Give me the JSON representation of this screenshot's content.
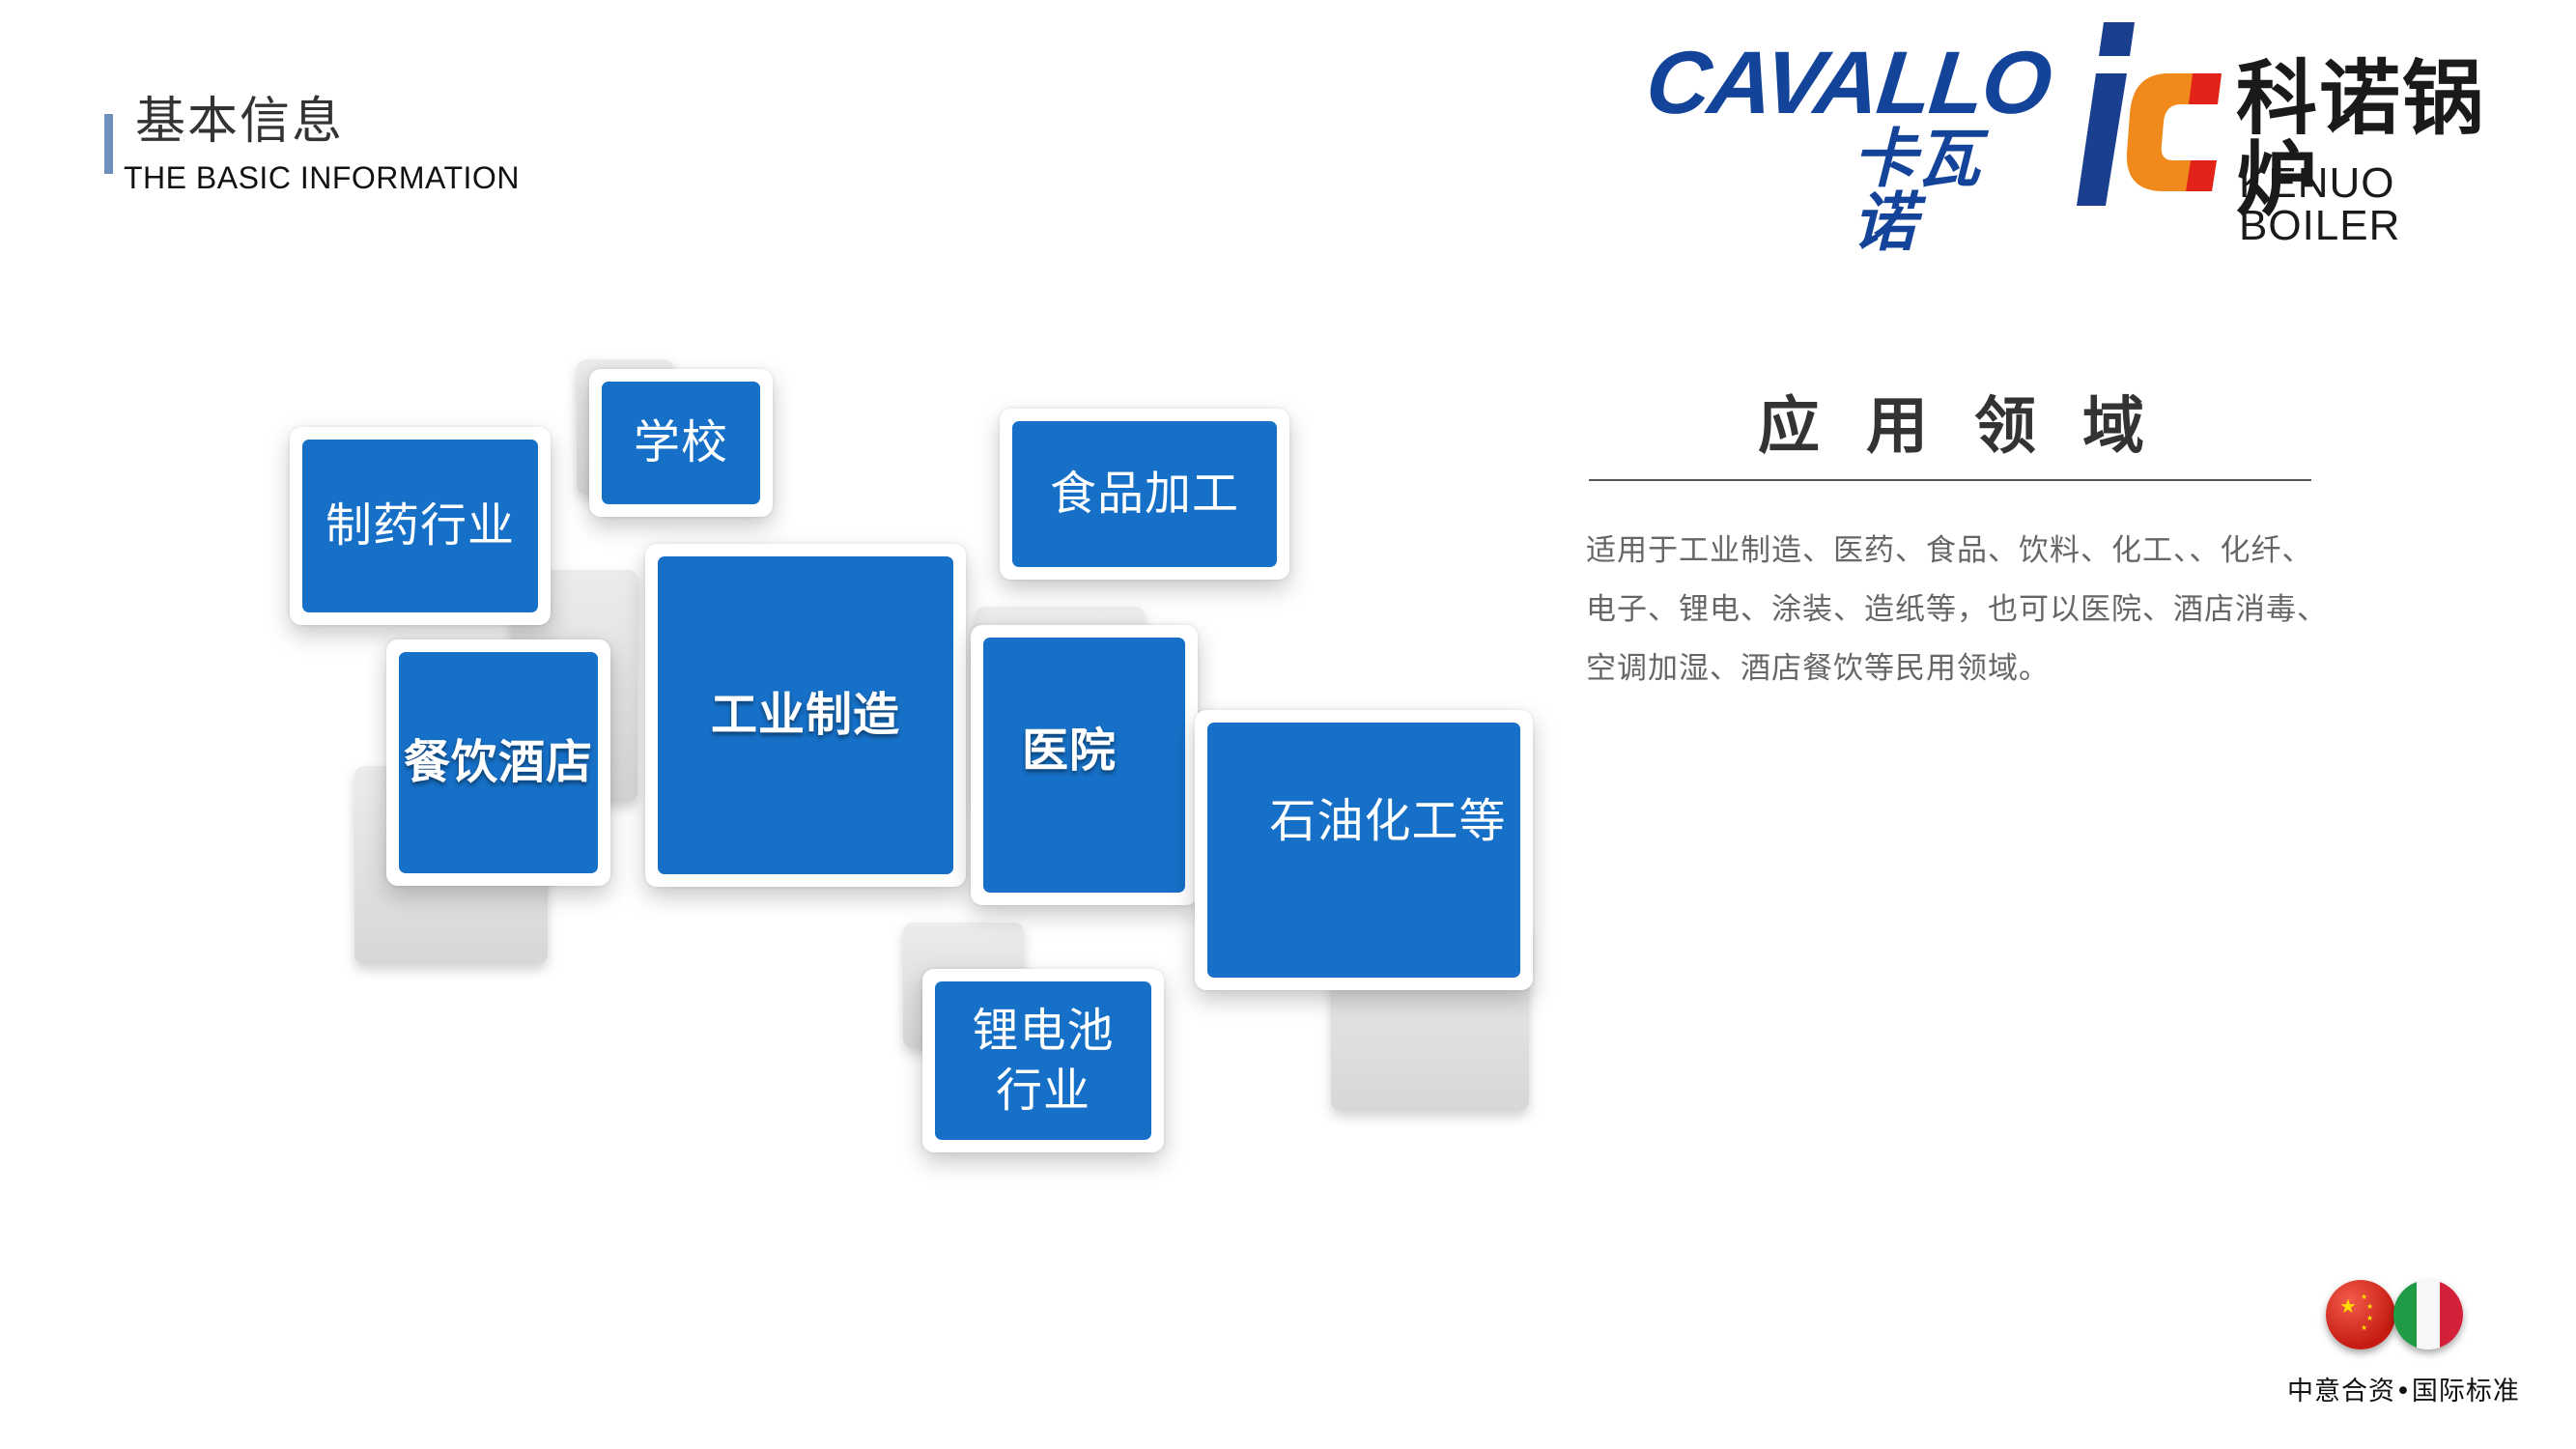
{
  "header": {
    "title": "基本信息",
    "subtitle": "THE BASIC INFORMATION"
  },
  "logos": {
    "cavallo_en": "CAVALLO",
    "cavallo_cn": "卡瓦诺",
    "kenuo_cn": "科诺锅炉",
    "kenuo_en": "KENUO BOILER",
    "colors": {
      "cavallo_blue": "#13449a",
      "kenuo_blue": "#1a3f8f",
      "kenuo_orange": "#f08a1c",
      "kenuo_red": "#e2231a"
    }
  },
  "tiles": {
    "pharma": "制药行业",
    "school": "学校",
    "food": "食品加工",
    "catering": "餐饮酒店",
    "industry": "工业制造",
    "hospital": "医院",
    "petro": "石油化工等",
    "battery_line1": "锂电池",
    "battery_line2": "行业",
    "tile_color": "#1670c7"
  },
  "application": {
    "title": "应用领域",
    "body_line1": "适用于工业制造、医药、食品、饮料、化工、、化纤、",
    "body_line2": "电子、锂电、涂装、造纸等，也可以医院、酒店消毒、",
    "body_line3": "空调加湿、酒店餐饮等民用领域。"
  },
  "footer": {
    "caption": "中意合资•国际标准",
    "flags": [
      "china-flag-icon",
      "italy-flag-icon"
    ]
  }
}
